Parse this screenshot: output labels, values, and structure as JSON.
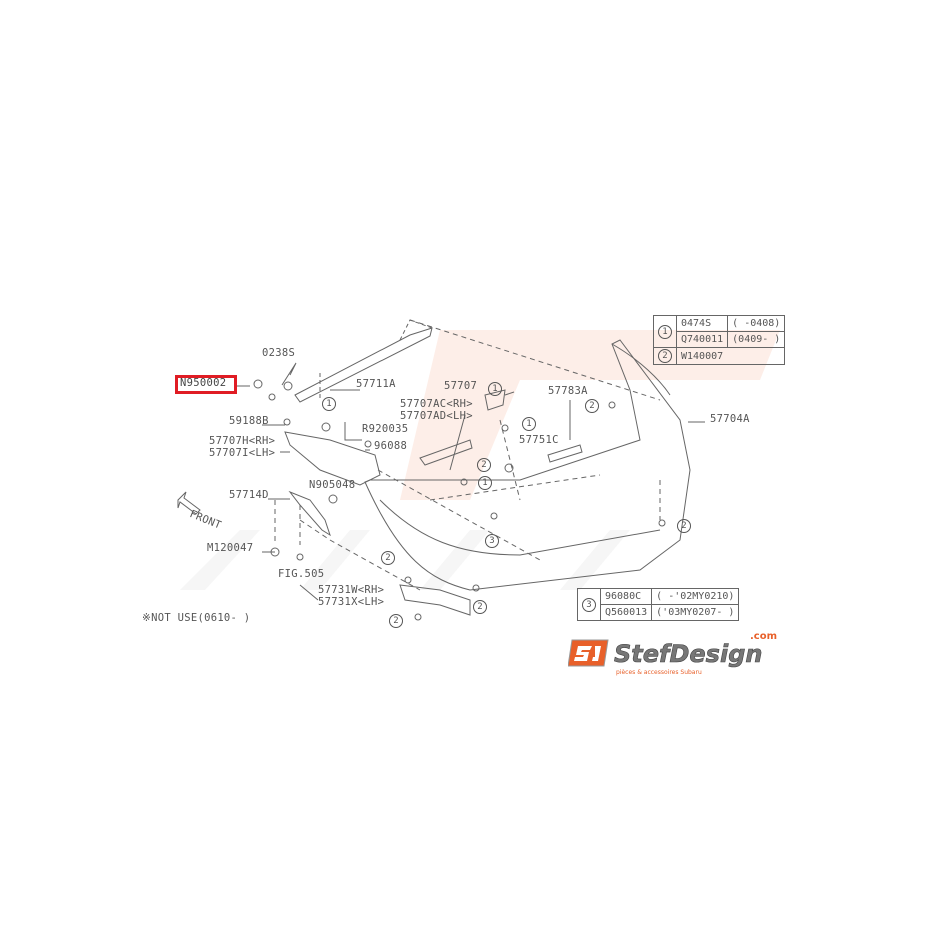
{
  "highlighted_part": "N950002",
  "labels": {
    "n950002": "N950002",
    "p0238s": "0238S",
    "p57711a": "57711A",
    "p59188b": "59188B",
    "r920035": "R920035",
    "p57707h": "57707H<RH>",
    "p57707i": "57707I<LH>",
    "p96088": "96088",
    "n905048": "N905048",
    "p57714d": "57714D",
    "front": "FRONT",
    "m120047": "M120047",
    "fig505": "FIG.505",
    "not_use": "※NOT USE(0610-   )",
    "p57731w": "57731W<RH>",
    "p57731x": "57731X<LH>",
    "p57707": "57707",
    "p57707ac": "57707AC<RH>",
    "p57707ad": "57707AD<LH>",
    "p57783a": "57783A",
    "p57751c": "57751C",
    "p57704a": "57704A"
  },
  "callouts": {
    "one": "1",
    "two": "2",
    "three": "3"
  },
  "legend_top": [
    {
      "ref": "1",
      "rows": [
        [
          "0474S",
          "(     -0408)"
        ],
        [
          "Q740011",
          "(0409-      )"
        ]
      ]
    },
    {
      "ref": "2",
      "rows": [
        [
          "W140007",
          ""
        ]
      ]
    }
  ],
  "legend_bottom": {
    "ref": "3",
    "rows": [
      [
        "96080C",
        "(        -'02MY0210)"
      ],
      [
        "Q560013",
        "('03MY0207-        )"
      ]
    ]
  },
  "logo": {
    "brand": "StefDesign",
    "suffix": ".com",
    "tagline": "pièces & accessoires Subaru"
  },
  "colors": {
    "highlight": "#e01c24",
    "logo_orange": "#e8602a",
    "watermark": "#f7d5c8"
  }
}
